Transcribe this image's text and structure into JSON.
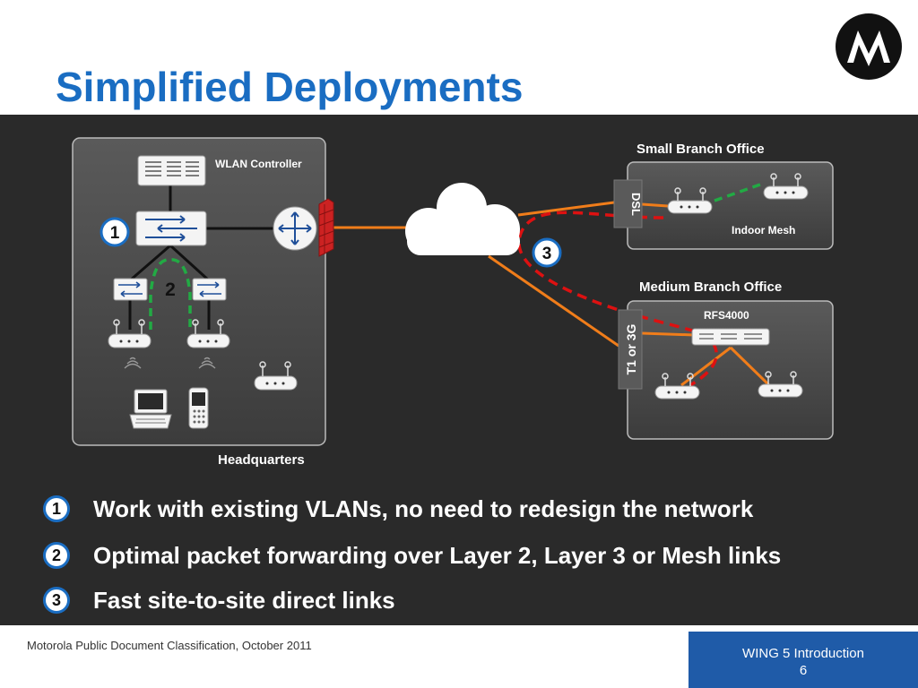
{
  "slide": {
    "title": "Simplified Deployments"
  },
  "logo": {
    "icon": "motorola-logo-icon"
  },
  "diagram": {
    "hq_label": "Headquarters",
    "wlan_controller_label": "WLAN Controller",
    "small_branch_label": "Small Branch Office",
    "indoor_mesh_label": "Indoor Mesh",
    "dsl_label": "DSL",
    "medium_branch_label": "Medium Branch Office",
    "rfs_label": "RFS4000",
    "t1_label": "T1 or 3G",
    "markers": [
      "1",
      "2",
      "3"
    ],
    "colors": {
      "panel": "#4a4a4a",
      "wan_link": "#f07d1a",
      "mesh_link": "#22aa44",
      "direct_link": "#dd1111",
      "marker_border": "#1a6dc2"
    }
  },
  "bullets": [
    {
      "num": "1",
      "text": "Work with existing VLANs, no need to redesign the network"
    },
    {
      "num": "2",
      "text": "Optimal packet forwarding over Layer 2, Layer 3 or Mesh links"
    },
    {
      "num": "3",
      "text": "Fast site-to-site direct links"
    }
  ],
  "footer": {
    "classification": "Motorola Public Document Classification, October 2011",
    "deck_title": "WING 5 Introduction",
    "page_number": "6"
  }
}
